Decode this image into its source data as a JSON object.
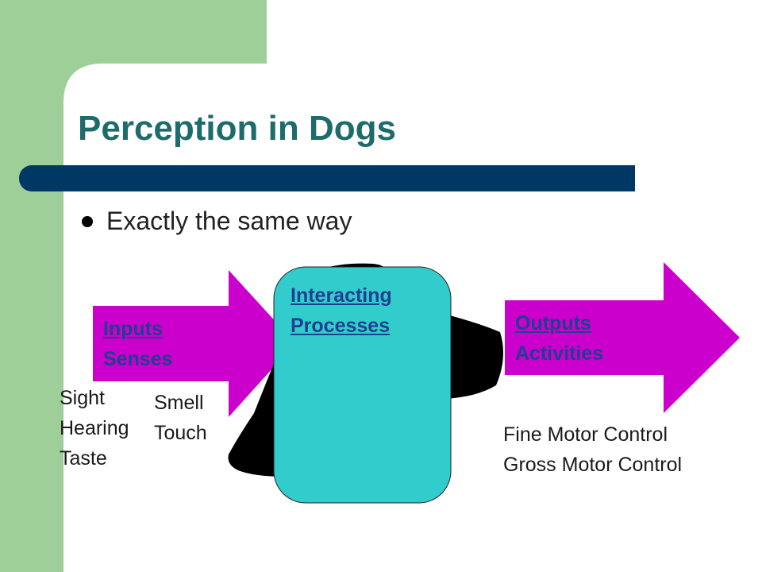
{
  "slide": {
    "title": "Perception in Dogs",
    "bullet": "Exactly the same way"
  },
  "diagram": {
    "inputs": {
      "line1": "Inputs",
      "line2": "Senses"
    },
    "processes": {
      "line1": "Interacting",
      "line2": "Processes"
    },
    "outputs": {
      "line1": "Outputs",
      "line2": "Activities"
    },
    "senses": [
      "Sight",
      "Hearing",
      "Taste",
      "Smell",
      "Touch"
    ],
    "activities": [
      "Fine Motor Control",
      "Gross Motor Control"
    ]
  },
  "colors": {
    "sidebar": "#9ecf98",
    "title_bar": "#003865",
    "arrow": "#cc00cc",
    "process_box": "#33cccc",
    "title_text": "#1e6b6b",
    "label_text": "#1f3f8f"
  }
}
